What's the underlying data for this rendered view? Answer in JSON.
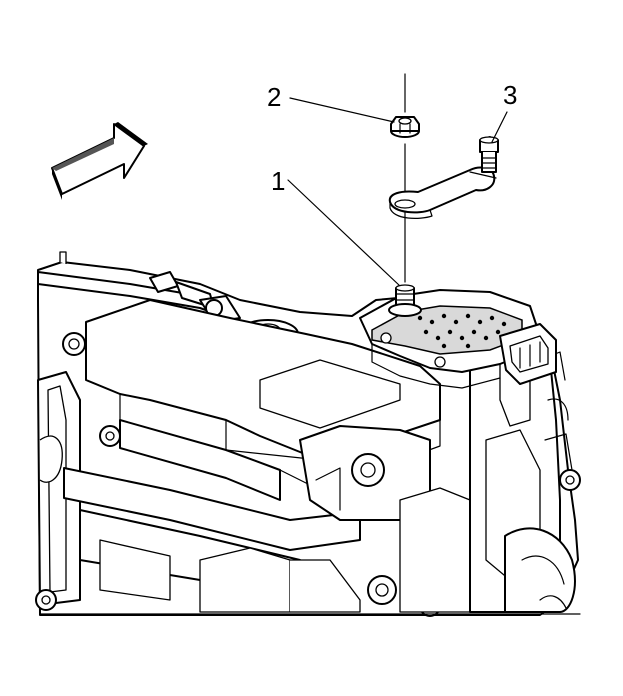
{
  "diagram": {
    "callouts": [
      {
        "id": "1",
        "label": "1"
      },
      {
        "id": "2",
        "label": "2"
      },
      {
        "id": "3",
        "label": "3"
      }
    ],
    "colors": {
      "line": "#000000",
      "background": "#ffffff"
    }
  }
}
